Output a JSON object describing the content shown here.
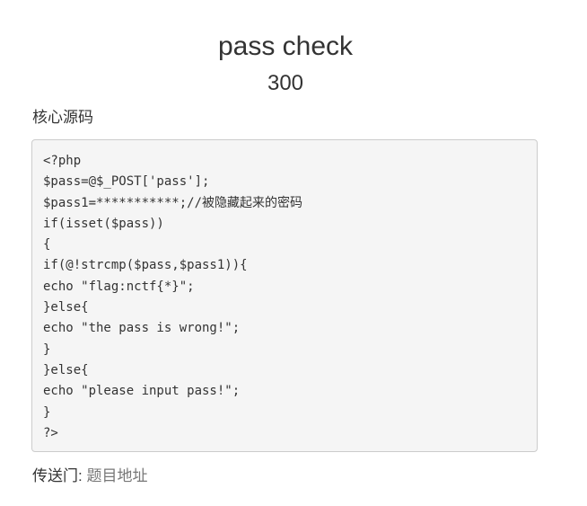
{
  "challenge": {
    "title": "pass check",
    "score": "300"
  },
  "source": {
    "heading": "核心源码",
    "lines": [
      "<?php",
      "$pass=@$_POST['pass'];",
      "$pass1=***********;//被隐藏起来的密码",
      "if(isset($pass))",
      "{",
      "if(@!strcmp($pass,$pass1)){",
      "echo \"flag:nctf{*}\";",
      "}else{",
      "echo \"the pass is wrong!\";",
      "}",
      "}else{",
      "echo \"please input pass!\";",
      "}",
      "?>"
    ]
  },
  "footer": {
    "label": "传送门:",
    "link_text": "题目地址"
  }
}
